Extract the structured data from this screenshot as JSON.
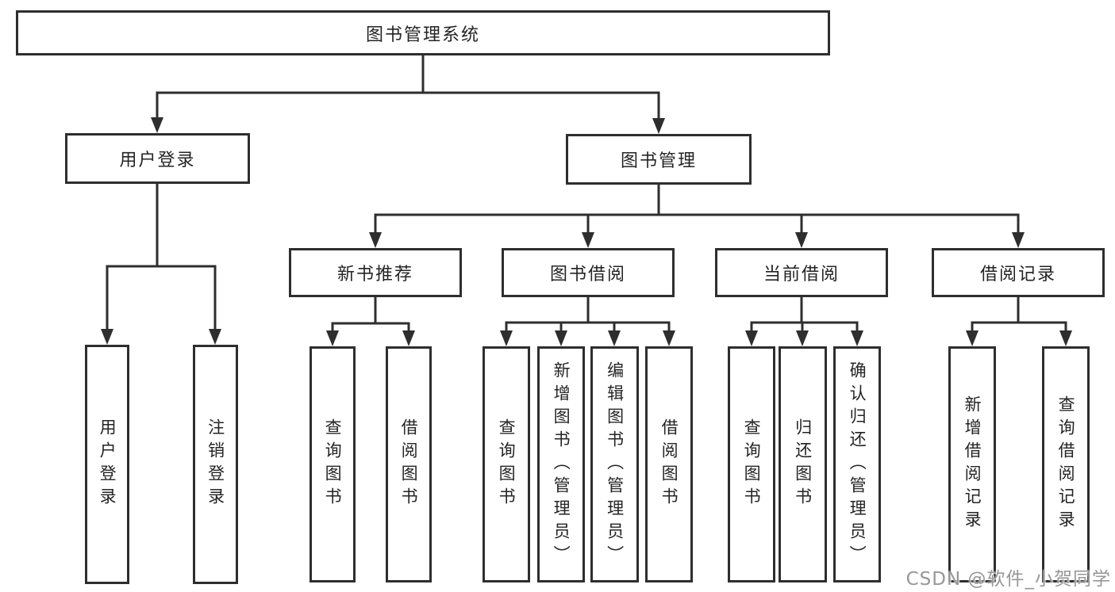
{
  "diagram": {
    "root": {
      "label": "图书管理系统"
    },
    "branches": [
      {
        "label": "用户登录",
        "children": [
          {
            "label": "用户登录"
          },
          {
            "label": "注销登录"
          }
        ]
      },
      {
        "label": "图书管理",
        "children": [
          {
            "label": "新书推荐",
            "children": [
              {
                "label": "查询图书"
              },
              {
                "label": "借阅图书"
              }
            ]
          },
          {
            "label": "图书借阅",
            "children": [
              {
                "label": "查询图书"
              },
              {
                "label": "新增图书（管理员）"
              },
              {
                "label": "编辑图书（管理员）"
              },
              {
                "label": "借阅图书"
              }
            ]
          },
          {
            "label": "当前借阅",
            "children": [
              {
                "label": "查询图书"
              },
              {
                "label": "归还图书"
              },
              {
                "label": "确认归还（管理员）"
              }
            ]
          },
          {
            "label": "借阅记录",
            "children": [
              {
                "label": "新增借阅记录"
              },
              {
                "label": "查询借阅记录"
              }
            ]
          }
        ]
      }
    ]
  },
  "watermark": {
    "text": "CSDN @软件_小贺同学"
  },
  "colors": {
    "line": "#2e2e2e",
    "box_border": "#2e2e2e",
    "text": "#242424",
    "background": "#ffffff",
    "watermark": "#979797"
  }
}
